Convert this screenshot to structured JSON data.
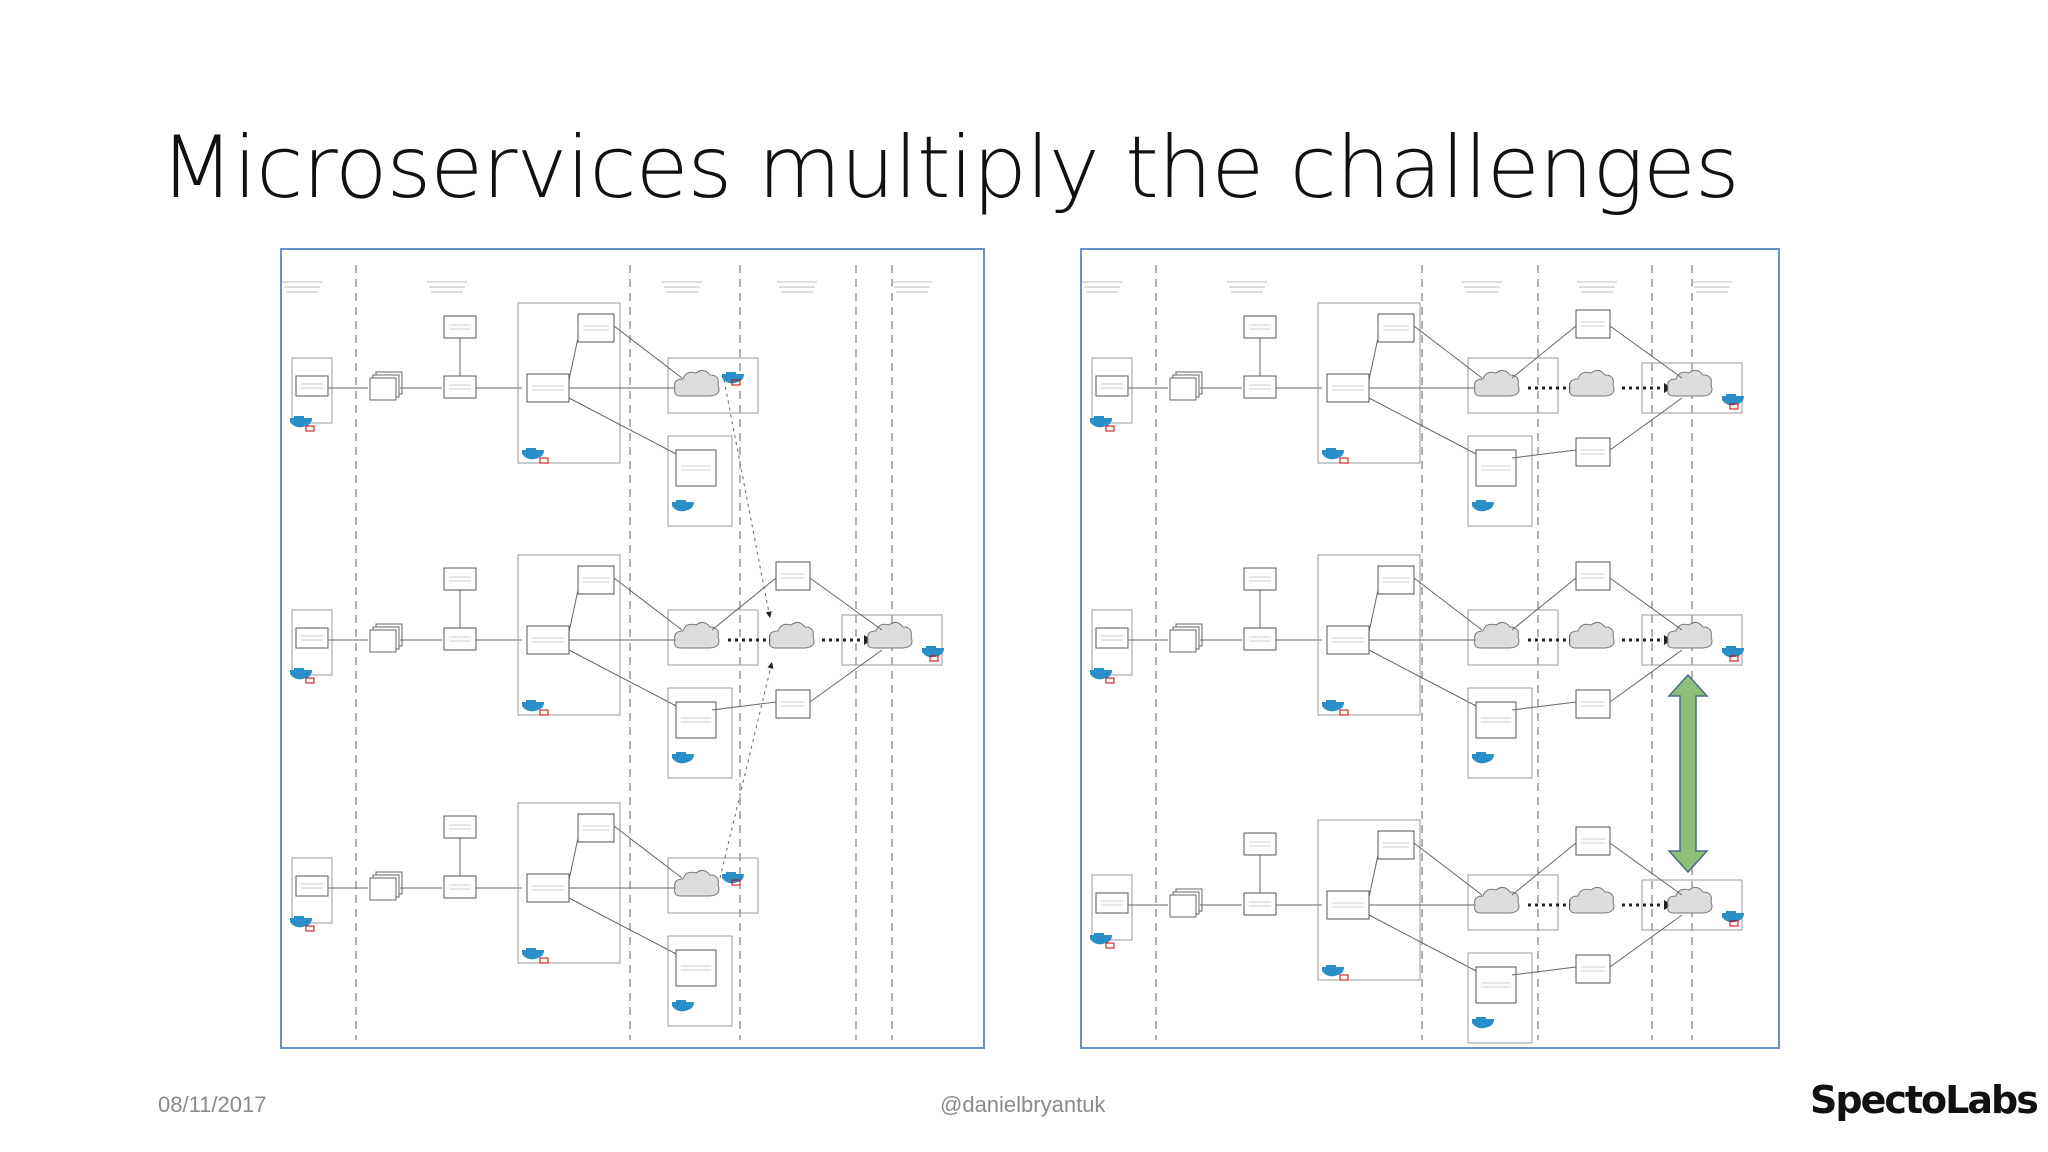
{
  "slide": {
    "title": "Microservices multiply the challenges",
    "date": "08/11/2017",
    "handle": "@danielbryantuk",
    "logo": "SpectoLabs"
  },
  "diagrams": [
    {
      "name": "left-pipeline-diagram",
      "rows": 3,
      "dependency_arrows": "dotted-cross-row"
    },
    {
      "name": "right-pipeline-diagram",
      "rows": 3,
      "dependency_arrows": "double-headed-vertical"
    }
  ],
  "colors": {
    "panel_border": "#6b8fc7",
    "arrow_fill": "#8fc07a",
    "arrow_stroke": "#4a6b8a",
    "badge": "#cc0000",
    "docker": "#2b8fc7"
  }
}
